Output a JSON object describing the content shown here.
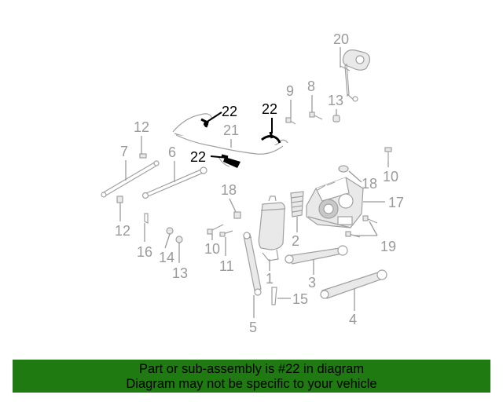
{
  "diagram": {
    "callouts": {
      "c20": "20",
      "c9": "9",
      "c8": "8",
      "c13a": "13",
      "c22a": "22",
      "c22b": "22",
      "c22c": "22",
      "c21": "21",
      "c12a": "12",
      "c7": "7",
      "c6": "6",
      "c10a": "10",
      "c18a": "18",
      "c17": "17",
      "c18b": "18",
      "c12b": "12",
      "c2": "2",
      "c16": "16",
      "c14": "14",
      "c10b": "10",
      "c11": "11",
      "c19": "19",
      "c13b": "13",
      "c1": "1",
      "c3": "3",
      "c15": "15",
      "c5": "5",
      "c4": "4"
    }
  },
  "banner": {
    "line1": "Part or sub-assembly is #22 in diagram",
    "line2": "Diagram may not be specific to your vehicle"
  },
  "colors": {
    "highlight": "#000000",
    "part_gray": "#9a9a9a",
    "banner_bg": "#1f7a12"
  }
}
